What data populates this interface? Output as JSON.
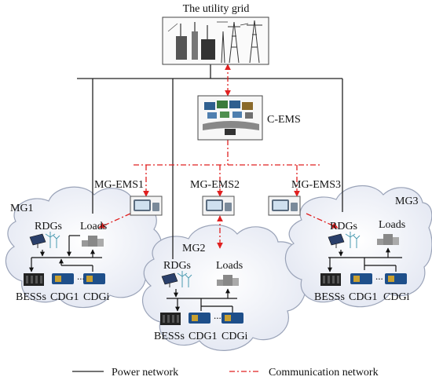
{
  "grid": {
    "title": "The utility grid"
  },
  "cems": {
    "label": "C-EMS"
  },
  "mgems": [
    "MG-EMS1",
    "MG-EMS2",
    "MG-EMS3"
  ],
  "microgrids": [
    {
      "name": "MG1",
      "rdg": "RDGs",
      "loads": "Loads",
      "bess": "BESSs",
      "cdg1": "CDG1",
      "dots": "...",
      "cdgi": "CDGi"
    },
    {
      "name": "MG2",
      "rdg": "RDGs",
      "loads": "Loads",
      "bess": "BESSs",
      "cdg1": "CDG1",
      "dots": "...",
      "cdgi": "CDGi"
    },
    {
      "name": "MG3",
      "rdg": "RDGs",
      "loads": "Loads",
      "bess": "BESSs",
      "cdg1": "CDG1",
      "dots": "...",
      "cdgi": "CDGi"
    }
  ],
  "legend": {
    "power": "Power network",
    "comm": "Communication network"
  },
  "colors": {
    "power": "#222222",
    "communication": "#e02020",
    "cloud": "#eef0f8"
  }
}
